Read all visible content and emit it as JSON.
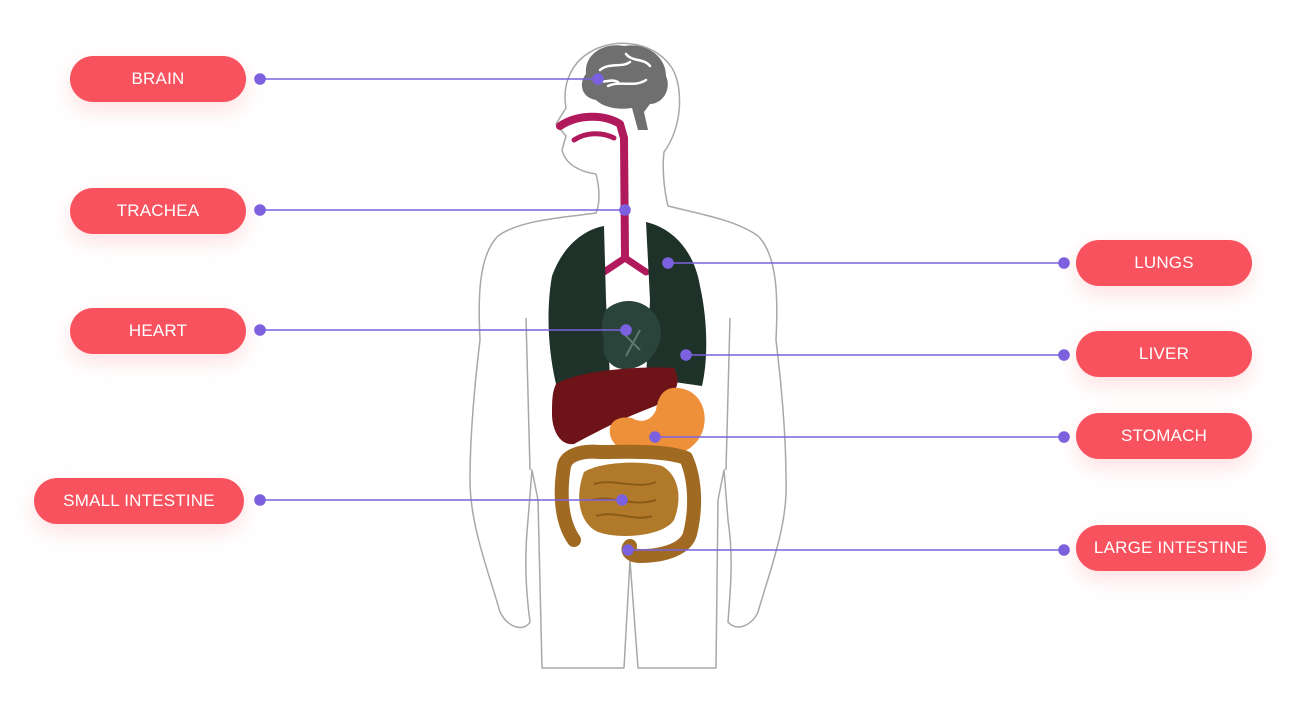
{
  "colors": {
    "label_bg": "#f9525f",
    "label_text": "#ffffff",
    "leader_line": "#7b61e0",
    "body_outline": "#a8a8a8",
    "brain": "#6f6f6f",
    "trachea": "#b0195c",
    "lungs": "#1f3229",
    "heart": "#2b443b",
    "liver": "#6e1418",
    "stomach": "#ee8f3a",
    "intestine": "#a06a22"
  },
  "labels": {
    "brain": "BRAIN",
    "trachea": "TRACHEA",
    "heart": "HEART",
    "small_intestine": "SMALL INTESTINE",
    "lungs": "LUNGS",
    "liver": "LIVER",
    "stomach": "STOMACH",
    "large_intestine": "LARGE INTESTINE"
  },
  "icons": {
    "leader_end": "dot",
    "body": "human-body-outline"
  }
}
